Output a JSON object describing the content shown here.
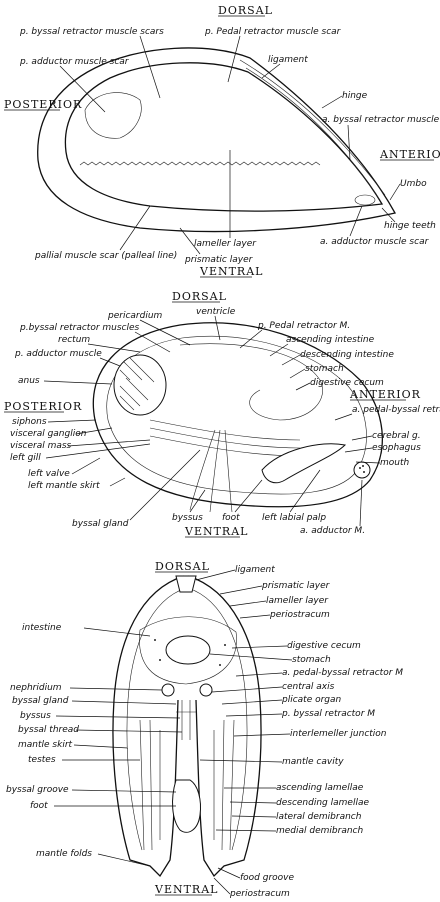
{
  "diagram_1": {
    "dorsal": "DORSAL",
    "posterior": "POSTERIOR",
    "anterior": "ANTERIOR",
    "ventral": "VENTRAL",
    "labels": {
      "p_byssal_retractor_scars": "p. byssal retractor muscle scars",
      "p_pedal_retractor_scar": "p. Pedal retractor muscle scar",
      "p_adductor_scar": "p. adductor muscle scar",
      "ligament": "ligament",
      "hinge": "hinge",
      "a_byssal_retractor_scar": "a. byssal retractor muscle scar",
      "umbo": "Umbo",
      "hinge_teeth": "hinge teeth",
      "a_adductor_scar": "a. adductor muscle scar",
      "lamellar_layer": "lameller layer",
      "prismatic_layer": "prismatic layer",
      "pallial_muscle_scar": "pallial muscle scar (palleal line)"
    }
  },
  "diagram_2": {
    "dorsal": "DORSAL",
    "posterior": "POSTERIOR",
    "anterior": "ANTERIOR",
    "ventral": "VENTRAL",
    "labels": {
      "pericardium": "pericardium",
      "ventricle": "ventricle",
      "p_byssal_retractor_muscles": "p.byssal retractor muscles",
      "rectum": "rectum",
      "p_adductor_muscle": "p. adductor muscle",
      "p_pedal_retractor": "p. Pedal retractor M.",
      "ascending_intestine": "ascending intestine",
      "descending_intestine": "descending intestine",
      "stomach": "stomach",
      "digestive_cecum": "digestive cecum",
      "anus": "anus",
      "a_pedal_byssal_retractor": "a. pedal-byssal retractor M.",
      "siphons": "siphons",
      "visceral_ganglion": "visceral ganglion",
      "visceral_mass": "visceral mass",
      "left_gill": "left gill",
      "left_valve": "left valve",
      "left_mantle_skirt": "left mantle skirt",
      "cerebral_g": "cerebral g.",
      "esophagus": "esophagus",
      "mouth": "mouth",
      "byssal_gland": "byssal gland",
      "byssus": "byssus",
      "foot": "foot",
      "left_labial_palp": "left labial palp",
      "a_adductor_m": "a. adductor M."
    }
  },
  "diagram_3": {
    "dorsal": "DORSAL",
    "ventral": "VENTRAL",
    "labels": {
      "ligament": "ligament",
      "prismatic_layer": "prismatic layer",
      "lamellar_layer": "lameller layer",
      "periostracum_top": "periostracum",
      "intestine": "intestine",
      "digestive_cecum": "digestive cecum",
      "stomach": "stomach",
      "a_pedal_byssal_retractor": "a. pedal-byssal retractor M",
      "nephridium": "nephridium",
      "central_axis": "central axis",
      "byssal_gland": "byssal gland",
      "plicate_organ": "plicate organ",
      "byssus": "byssus",
      "p_byssal_retractor": "p. byssal retractor M",
      "byssal_thread": "byssal thread",
      "interlamellar_junction": "interlemeller junction",
      "mantle_skirt": "mantle skirt",
      "testes": "testes",
      "mantle_cavity": "mantle cavity",
      "byssal_groove": "byssal groove",
      "ascending_lamellae": "ascending lamellae",
      "descending_lamellae": "descending lamellae",
      "foot": "foot",
      "lateral_demibranch": "lateral demibranch",
      "medial_demibranch": "medial demibranch",
      "mantle_folds": "mantle folds",
      "food_groove": "food groove",
      "periostracum_bottom": "periostracum"
    }
  }
}
